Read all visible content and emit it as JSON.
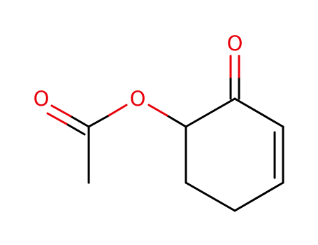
{
  "molecule": {
    "colors": {
      "bond": "#000000",
      "oxygen": "#e8000b",
      "background": "#ffffff"
    },
    "atoms": {
      "ketone_oxygen": "O",
      "ester_oxygen": "O",
      "carbonyl_oxygen": "O"
    }
  }
}
